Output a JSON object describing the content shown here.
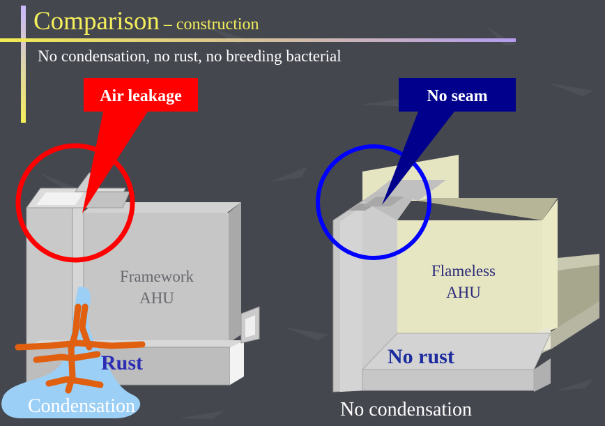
{
  "slide": {
    "title": "Comparison",
    "title_suffix": " – construction",
    "subtitle": "No condensation, no rust, no breeding bacterial"
  },
  "framework_unit": {
    "label": "Framework\nAHU",
    "callout": "Air leakage",
    "defect": "Rust",
    "bottom_caption": "Condensation",
    "callout_color": "#ff0000",
    "highlight_ring_color": "#ff0000",
    "rust_color": "#e06010",
    "condensation_color": "#9ccff5"
  },
  "flameless_unit": {
    "label": "Flameless\nAHU",
    "callout": "No seam",
    "benefit": "No rust",
    "bottom_caption": "No condensation",
    "callout_color": "#00008c",
    "highlight_ring_color": "#0000ff",
    "panel_color": "#e7e6c2"
  },
  "colors": {
    "background": "#45474f",
    "title": "#f4ef5c",
    "subtitle": "#ffffff"
  }
}
